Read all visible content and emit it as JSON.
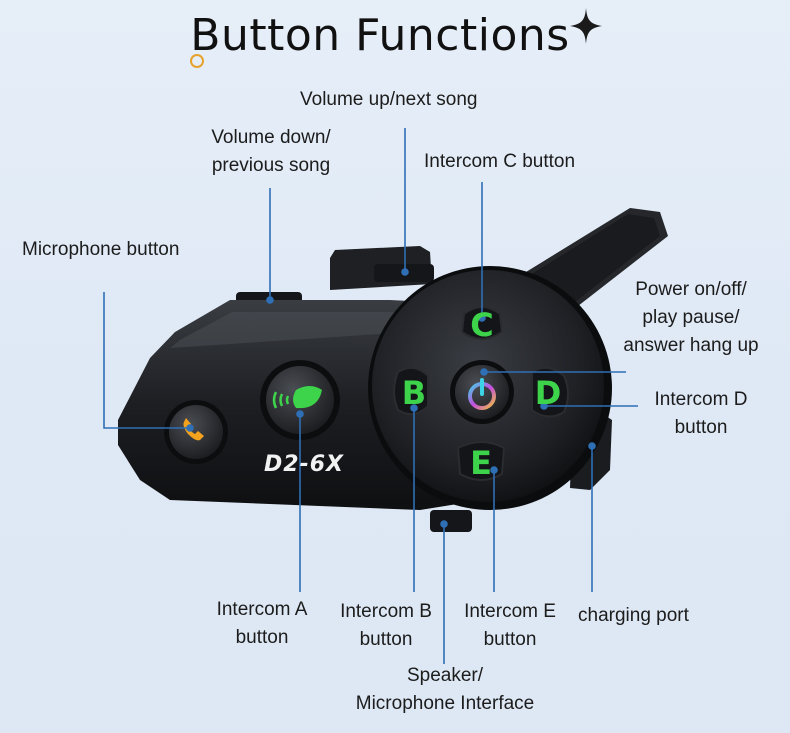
{
  "title": "Button Functions",
  "model": "D2-6X",
  "labels": {
    "volume_up": "Volume up/next song",
    "volume_down_1": "Volume down/",
    "volume_down_2": "previous song",
    "intercom_c": "Intercom C button",
    "microphone": "Microphone button",
    "power_1": "Power on/off/",
    "power_2": "play pause/",
    "power_3": "answer hang up",
    "intercom_d_1": "Intercom D",
    "intercom_d_2": "button",
    "intercom_a_1": "Intercom A",
    "intercom_a_2": "button",
    "intercom_b_1": "Intercom B",
    "intercom_b_2": "button",
    "intercom_e_1": "Intercom E",
    "intercom_e_2": "button",
    "charging": "charging port",
    "speaker_1": "Speaker/",
    "speaker_2": "Microphone Interface"
  },
  "buttons": {
    "c": "C",
    "b": "B",
    "d": "D",
    "e": "E"
  },
  "colors": {
    "leader_line": "#2f6fb5",
    "button_green": "#3dd34a",
    "phone_orange": "#f2a21c",
    "device_body": "#1b1d21"
  }
}
